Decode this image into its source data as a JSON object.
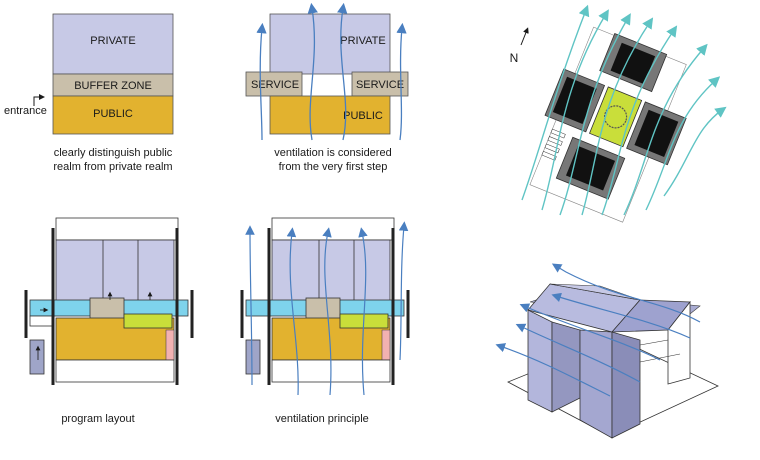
{
  "colors": {
    "private": "#c7c9e6",
    "buffer": "#c9bfaa",
    "public": "#e2b22f",
    "vent_blue": "#4a7fc0",
    "vent_teal": "#5fc4c4",
    "corridor": "#7ed3ec",
    "lime": "#c9de3a",
    "pink": "#f2b1b1",
    "dark": "#2a2a2a"
  },
  "diagram1": {
    "private_label": "PRIVATE",
    "buffer_label": "BUFFER ZONE",
    "public_label": "PUBLIC",
    "entrance_label": "entrance",
    "caption_line1": "clearly distinguish public",
    "caption_line2": "realm from private realm"
  },
  "diagram2": {
    "private_label": "PRIVATE",
    "service_left_label": "SERVICE",
    "service_right_label": "SERVICE",
    "public_label": "PUBLIC",
    "caption_line1": "ventilation is considered",
    "caption_line2": "from the very first step"
  },
  "diagram3": {
    "caption": "program layout"
  },
  "diagram4": {
    "caption": "ventilation principle"
  },
  "site_plan": {
    "north_label": "N"
  }
}
